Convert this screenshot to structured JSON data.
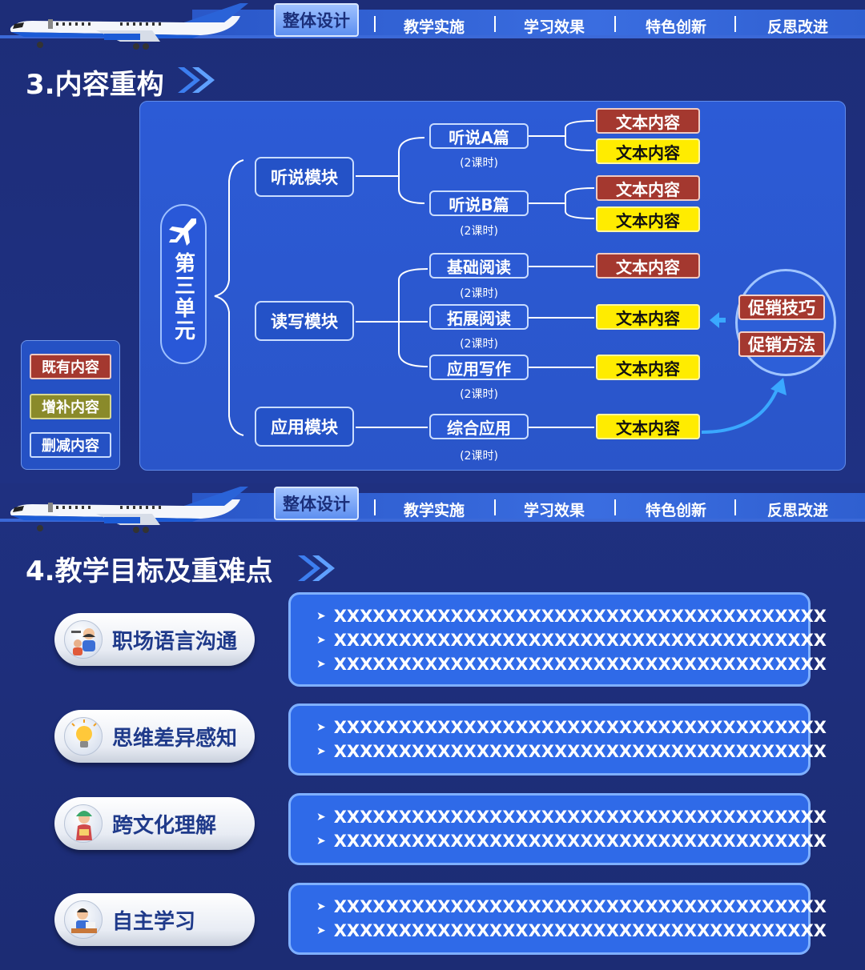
{
  "nav": {
    "active": "整体设计",
    "items": [
      "教学实施",
      "学习效果",
      "特色创新",
      "反思改进"
    ]
  },
  "section3": {
    "title": "3.内容重构",
    "unit_label": "第三单元",
    "modules": [
      "听说模块",
      "读写模块",
      "应用模块"
    ],
    "lessons": [
      {
        "name": "听说A篇",
        "hours": "(2课时)"
      },
      {
        "name": "听说B篇",
        "hours": "(2课时)"
      },
      {
        "name": "基础阅读",
        "hours": "(2课时)"
      },
      {
        "name": "拓展阅读",
        "hours": "(2课时)"
      },
      {
        "name": "应用写作",
        "hours": "(2课时)"
      },
      {
        "name": "综合应用",
        "hours": "(2课时)"
      }
    ],
    "tags": [
      {
        "text": "文本内容",
        "type": "existing"
      },
      {
        "text": "文本内容",
        "type": "added"
      },
      {
        "text": "文本内容",
        "type": "existing"
      },
      {
        "text": "文本内容",
        "type": "added"
      },
      {
        "text": "文本内容",
        "type": "existing"
      },
      {
        "text": "文本内容",
        "type": "added"
      },
      {
        "text": "文本内容",
        "type": "added"
      },
      {
        "text": "文本内容",
        "type": "added"
      }
    ],
    "promo": [
      "促销技巧",
      "促销方法"
    ],
    "legend": [
      "既有内容",
      "增补内容",
      "删减内容"
    ]
  },
  "section4": {
    "title": "4.教学目标及重难点",
    "objectives": [
      {
        "label": "职场语言沟通",
        "icon": "communication-icon",
        "lines": [
          "XXXXXXXXXXXXXXXXXXXXXXXXXXXXXXXXXXXXXX",
          "XXXXXXXXXXXXXXXXXXXXXXXXXXXXXXXXXXXXXX",
          "XXXXXXXXXXXXXXXXXXXXXXXXXXXXXXXXXXXXXX"
        ]
      },
      {
        "label": "思维差异感知",
        "icon": "lightbulb-icon",
        "lines": [
          "XXXXXXXXXXXXXXXXXXXXXXXXXXXXXXXXXXXXXX",
          "XXXXXXXXXXXXXXXXXXXXXXXXXXXXXXXXXXXXXX"
        ]
      },
      {
        "label": "跨文化理解",
        "icon": "culture-figure-icon",
        "lines": [
          "XXXXXXXXXXXXXXXXXXXXXXXXXXXXXXXXXXXXXX",
          "XXXXXXXXXXXXXXXXXXXXXXXXXXXXXXXXXXXXXX"
        ]
      },
      {
        "label": "自主学习",
        "icon": "student-reading-icon",
        "lines": [
          "XXXXXXXXXXXXXXXXXXXXXXXXXXXXXXXXXXXXXX",
          "XXXXXXXXXXXXXXXXXXXXXXXXXXXXXXXXXXXXXX"
        ]
      }
    ]
  },
  "colors": {
    "existing": "#a4382f",
    "added": "#ffec00",
    "removed": "#2551c4",
    "legend_added": "#8a8a2a"
  }
}
